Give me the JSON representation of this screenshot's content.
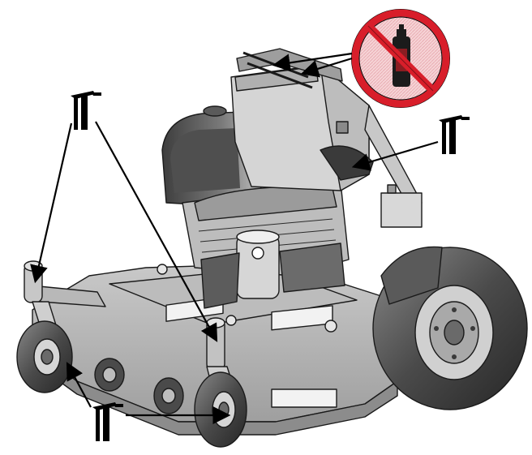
{
  "header": {
    "text": ""
  },
  "colors": {
    "background": "#ffffff",
    "outline": "#1a1a1a",
    "body_light": "#d2d2d2",
    "body_mid": "#a8a8a8",
    "body_dark": "#3a3a3a",
    "tire": "#4a4a4a",
    "tire_dark": "#2a2a2a",
    "prohibit_red": "#d81e2a",
    "prohibit_fill": "#f3c9cc",
    "arrow": "#000000"
  },
  "icons": {
    "grease_gun": "grease-gun-icon",
    "no_spray": "no-spray-can-icon"
  },
  "callouts": [
    {
      "name": "grease-point-left-caster-arm",
      "icon": "grease-gun-icon"
    },
    {
      "name": "grease-point-center-caster",
      "icon": "grease-gun-icon"
    },
    {
      "name": "grease-point-pivot",
      "icon": "grease-gun-icon"
    },
    {
      "name": "grease-point-front-wheels",
      "icon": "grease-gun-icon"
    },
    {
      "name": "no-spray-control-handles",
      "icon": "no-spray-can-icon"
    }
  ]
}
